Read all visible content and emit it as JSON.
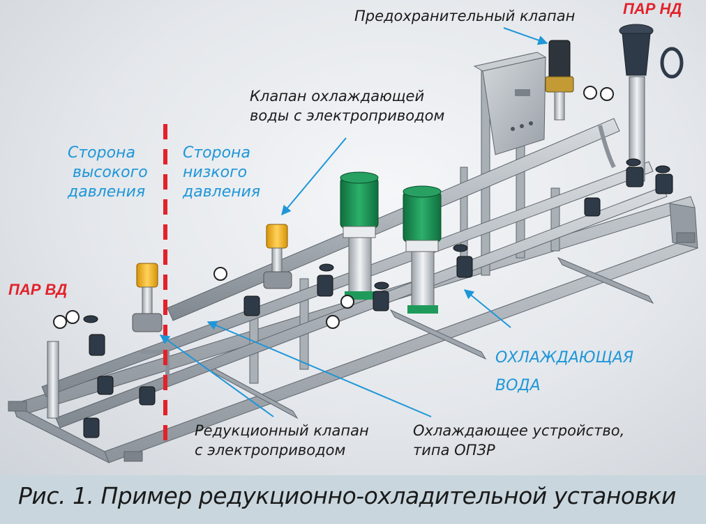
{
  "labels": {
    "safety_valve": "Предохранительный клапан",
    "steam_low": "ПАР НД",
    "steam_high": "ПАР ВД",
    "cooling_valve_line1": "Клапан охлаждающей",
    "cooling_valve_line2": "воды с электроприводом",
    "high_side_line1": "Сторона",
    "high_side_line2": "высокого",
    "high_side_line3": "давления",
    "low_side_line1": "Сторона",
    "low_side_line2": "низкого",
    "low_side_line3": "давления",
    "cooling_water_line1": "ОХЛАЖДАЮЩАЯ",
    "cooling_water_line2": "ВОДА",
    "reduction_valve_line1": "Редукционный клапан",
    "reduction_valve_line2": "с электроприводом",
    "cooler_line1": "Охлаждающее устройство,",
    "cooler_line2": "типа ОПЗР"
  },
  "caption": "Рис. 1. Пример редукционно-охладительной установки",
  "colors": {
    "label_blue": "#1e96d8",
    "label_red": "#e2222a",
    "divider_red": "#e2222a",
    "pump_green": "#1f9a5a",
    "actuator_yellow": "#f2b21c",
    "frame_gray": "#a7acb1",
    "valve_dark": "#2f3a48",
    "caption_bg": "#c9d6de"
  }
}
